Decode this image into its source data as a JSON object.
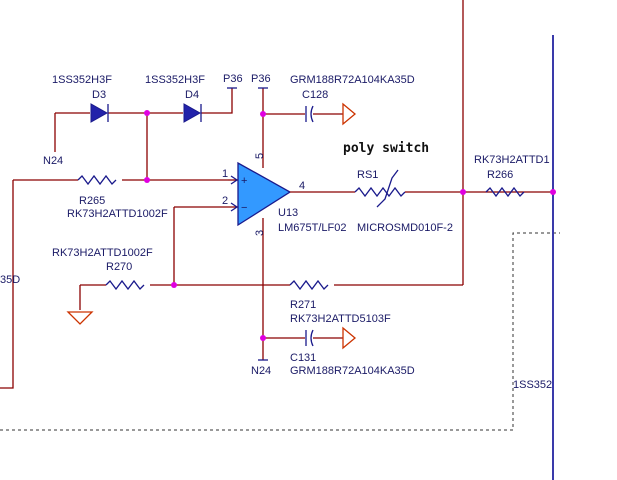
{
  "colors": {
    "wire": "#8b0000",
    "component": "#1a1a8c",
    "component_fill": "#2222aa",
    "opamp_fill": "#3399ff",
    "junction": "#e000e0",
    "ground": "#cc3300",
    "text": "#1a1a66"
  },
  "labels": {
    "d3_part": "1SS352H3F",
    "d3_ref": "D3",
    "d4_part": "1SS352H3F",
    "d4_ref": "D4",
    "p36_left": "P36",
    "p36_right": "P36",
    "c128_part": "GRM188R72A104KA35D",
    "c128_ref": "C128",
    "n24_top": "N24",
    "poly_switch": "poly switch",
    "r266_part": "RK73H2ATTD1",
    "r266_ref": "R266",
    "rs1_ref": "RS1",
    "pin1": "1",
    "pin2": "2",
    "pin3": "3",
    "pin4": "4",
    "pin5": "5",
    "plus": "+",
    "minus": "−",
    "r265_ref": "R265",
    "r265_part": "RK73H2ATTD1002F",
    "u13_ref": "U13",
    "u13_part": "LM675T/LF02",
    "rs1_part": "MICROSMD010F-2",
    "r270_part": "RK73H2ATTD1002F",
    "r270_ref": "R270",
    "left_edge": "35D",
    "r271_ref": "R271",
    "r271_part": "RK73H2ATTD5103F",
    "c131_ref": "C131",
    "n24_bottom": "N24",
    "c131_part": "GRM188R72A104KA35D",
    "right_edge": "1SS352"
  }
}
